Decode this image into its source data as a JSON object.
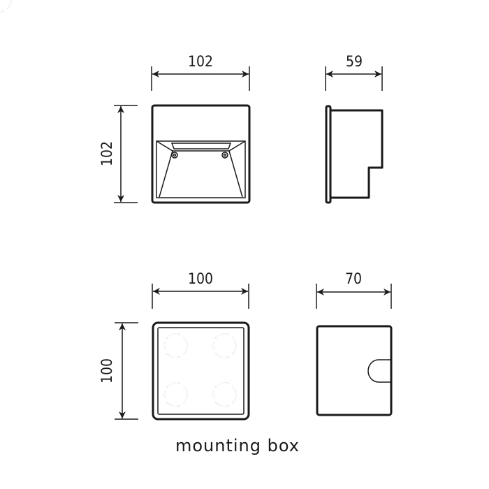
{
  "top_front": {
    "width_label": "102",
    "height_label": "102"
  },
  "top_side": {
    "depth_label": "59"
  },
  "bottom_front": {
    "width_label": "100",
    "height_label": "100"
  },
  "bottom_side": {
    "depth_label": "70"
  },
  "caption": "mounting box"
}
